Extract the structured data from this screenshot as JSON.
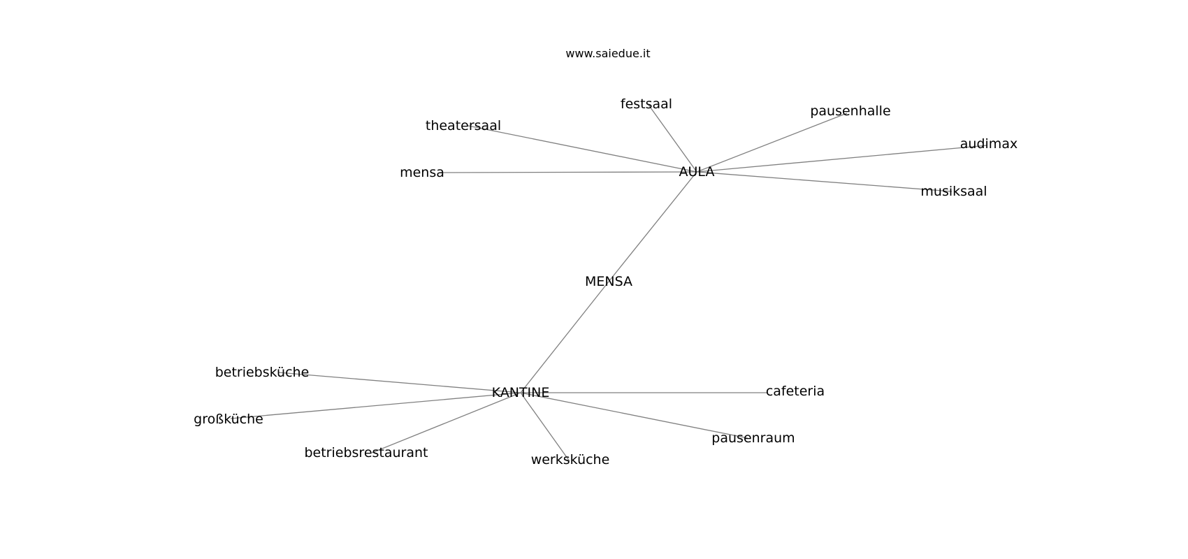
{
  "watermark": "www.saiedue.it",
  "nodes": [
    {
      "id": "MENSA",
      "label": "MENSA"
    },
    {
      "id": "AULA",
      "label": "AULA"
    },
    {
      "id": "KANTINE",
      "label": "KANTINE"
    },
    {
      "id": "festsaal",
      "label": "festsaal"
    },
    {
      "id": "pausenhalle",
      "label": "pausenhalle"
    },
    {
      "id": "theatersaal",
      "label": "theatersaal"
    },
    {
      "id": "audimax",
      "label": "audimax"
    },
    {
      "id": "mensa",
      "label": "mensa"
    },
    {
      "id": "musiksaal",
      "label": "musiksaal"
    },
    {
      "id": "betriebskueche",
      "label": "betriebsküche"
    },
    {
      "id": "cafeteria",
      "label": "cafeteria"
    },
    {
      "id": "grosskueche",
      "label": "großküche"
    },
    {
      "id": "pausenraum",
      "label": "pausenraum"
    },
    {
      "id": "betriebsrestaurant",
      "label": "betriebsrestaurant"
    },
    {
      "id": "werkskueche",
      "label": "werksküche"
    }
  ],
  "edges": [
    [
      "MENSA",
      "AULA"
    ],
    [
      "MENSA",
      "KANTINE"
    ],
    [
      "AULA",
      "festsaal"
    ],
    [
      "AULA",
      "pausenhalle"
    ],
    [
      "AULA",
      "theatersaal"
    ],
    [
      "AULA",
      "audimax"
    ],
    [
      "AULA",
      "mensa"
    ],
    [
      "AULA",
      "musiksaal"
    ],
    [
      "KANTINE",
      "betriebskueche"
    ],
    [
      "KANTINE",
      "cafeteria"
    ],
    [
      "KANTINE",
      "grosskueche"
    ],
    [
      "KANTINE",
      "pausenraum"
    ],
    [
      "KANTINE",
      "betriebsrestaurant"
    ],
    [
      "KANTINE",
      "werkskueche"
    ]
  ]
}
